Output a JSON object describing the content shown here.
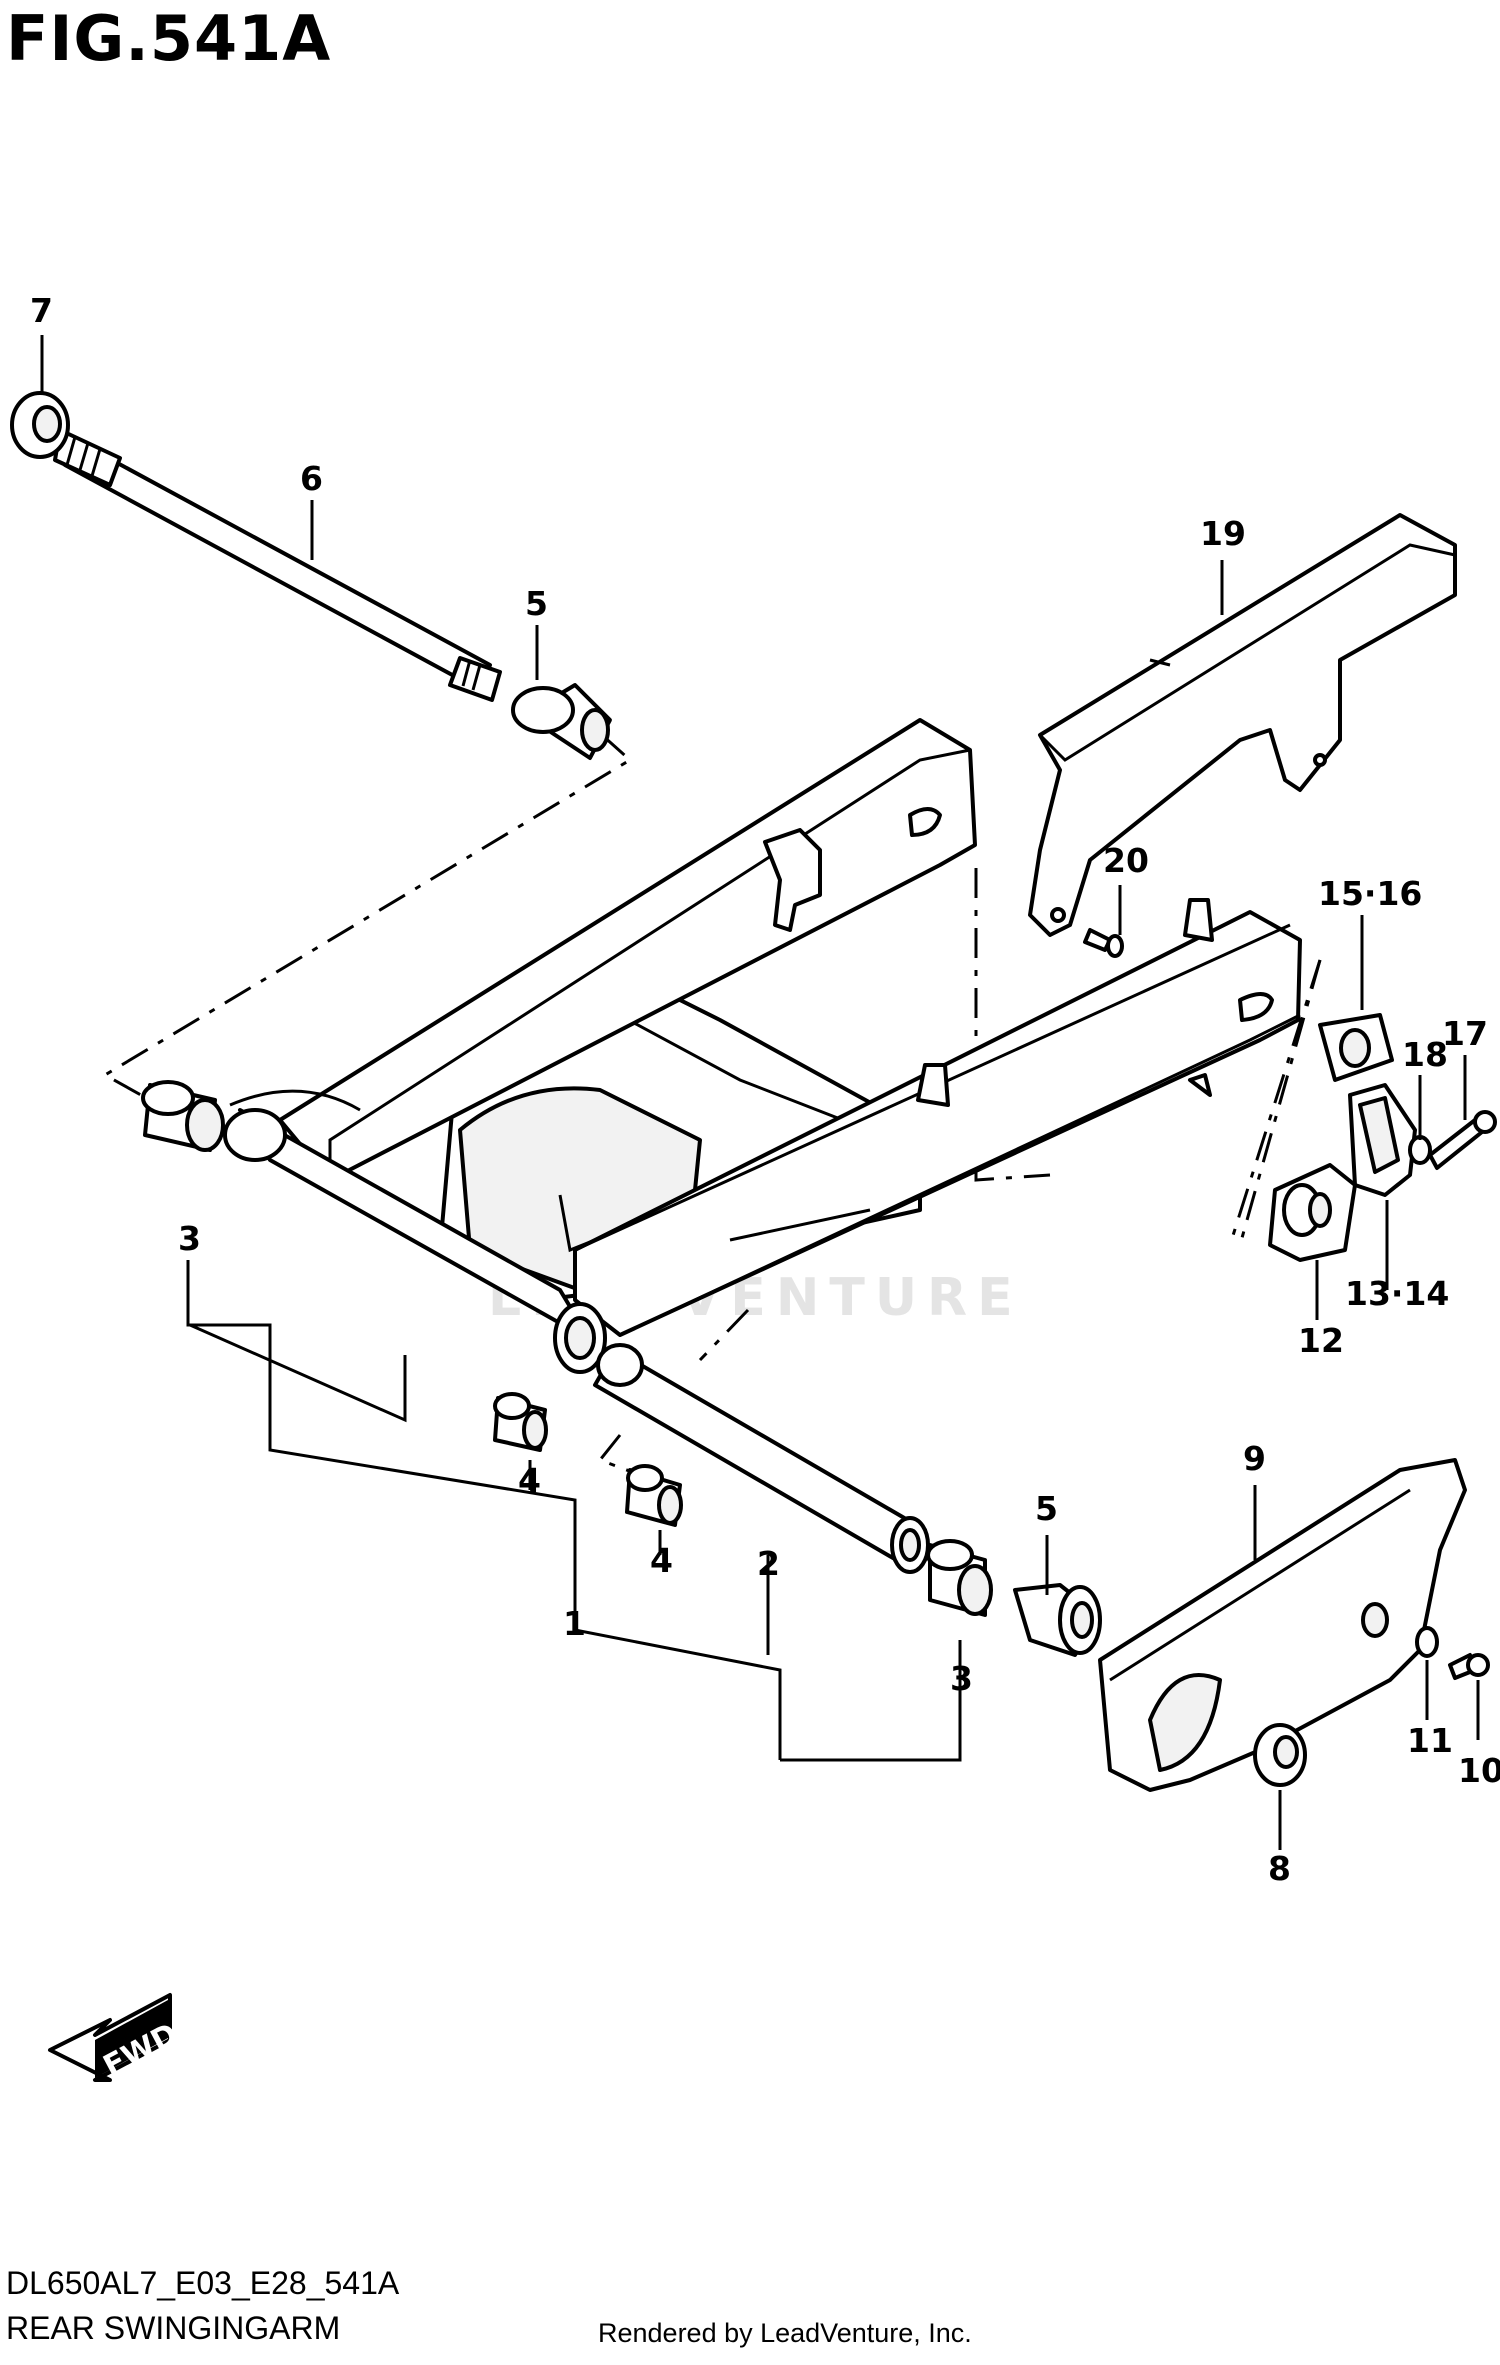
{
  "header": {
    "title": "FIG.541A"
  },
  "watermark": "LEADVENTURE",
  "fwd_arrow": {
    "text": "FWD"
  },
  "callouts": [
    "1",
    "2",
    "3",
    "3",
    "4",
    "4",
    "5",
    "5",
    "6",
    "7",
    "8",
    "9",
    "10",
    "11",
    "12",
    "13·14",
    "15·16",
    "17",
    "18",
    "19",
    "20"
  ],
  "footer": {
    "code": "DL650AL7_E03_E28_541A",
    "caption": "REAR SWINGINGARM",
    "rendered_by": "Rendered by LeadVenture, Inc."
  }
}
